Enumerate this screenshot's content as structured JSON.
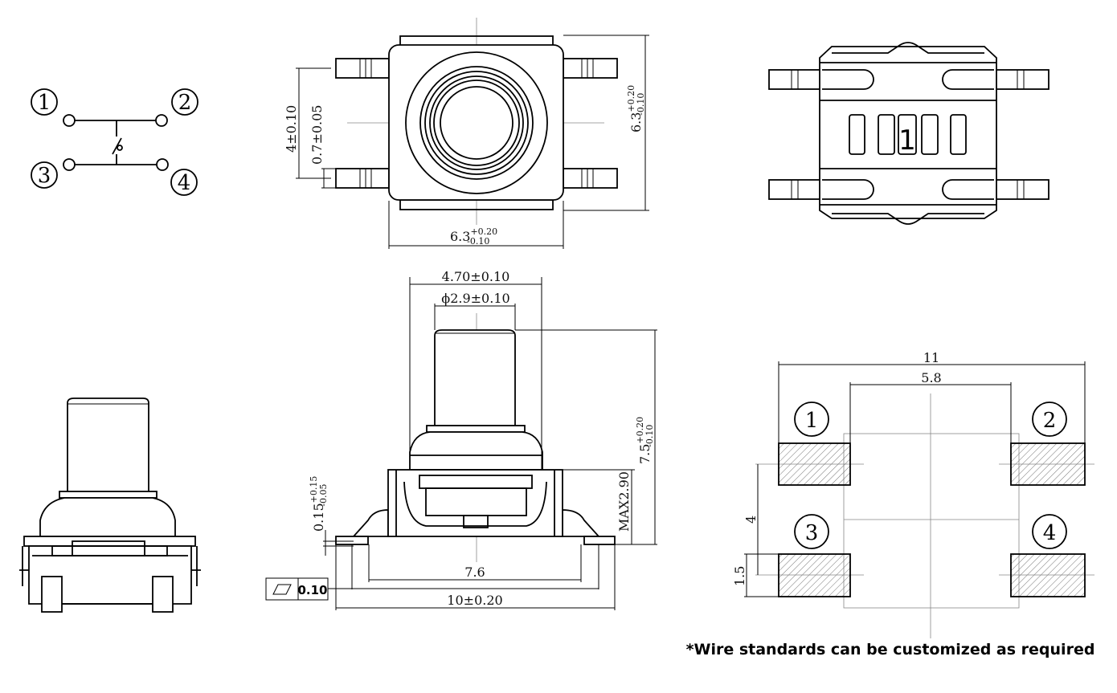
{
  "schematic": {
    "pins": [
      "1",
      "2",
      "3",
      "4"
    ]
  },
  "top_view": {
    "width_dim": {
      "base": "6.3",
      "plus": "+0.20",
      "minus": "-0.10"
    },
    "height_dim": {
      "base": "6.3",
      "plus": "+0.20",
      "minus": "-0.10"
    },
    "pitch_dim": "4±0.10",
    "pin_width_dim": "0.7±0.05"
  },
  "back_view": {
    "marking": "1"
  },
  "side_view": {
    "dome_width": "4.70±0.10",
    "plunger_diameter": "ϕ2.9±0.10",
    "total_height": {
      "base": "7.5",
      "plus": "+0.20",
      "minus": "-0.10"
    },
    "body_height": "MAX2.90",
    "standoff": {
      "base": "0.15",
      "plus": "+0.15",
      "minus": "-0.05"
    },
    "inner_span": "7.6",
    "outer_span": "10±0.20",
    "flatness_tolerance": "0.10"
  },
  "footprint": {
    "pins": [
      "1",
      "2",
      "3",
      "4"
    ],
    "outer_width": "11",
    "inner_width": "5.8",
    "pitch": "4",
    "pad_height": "1.5"
  },
  "note": "*Wire standards can be customized as required"
}
